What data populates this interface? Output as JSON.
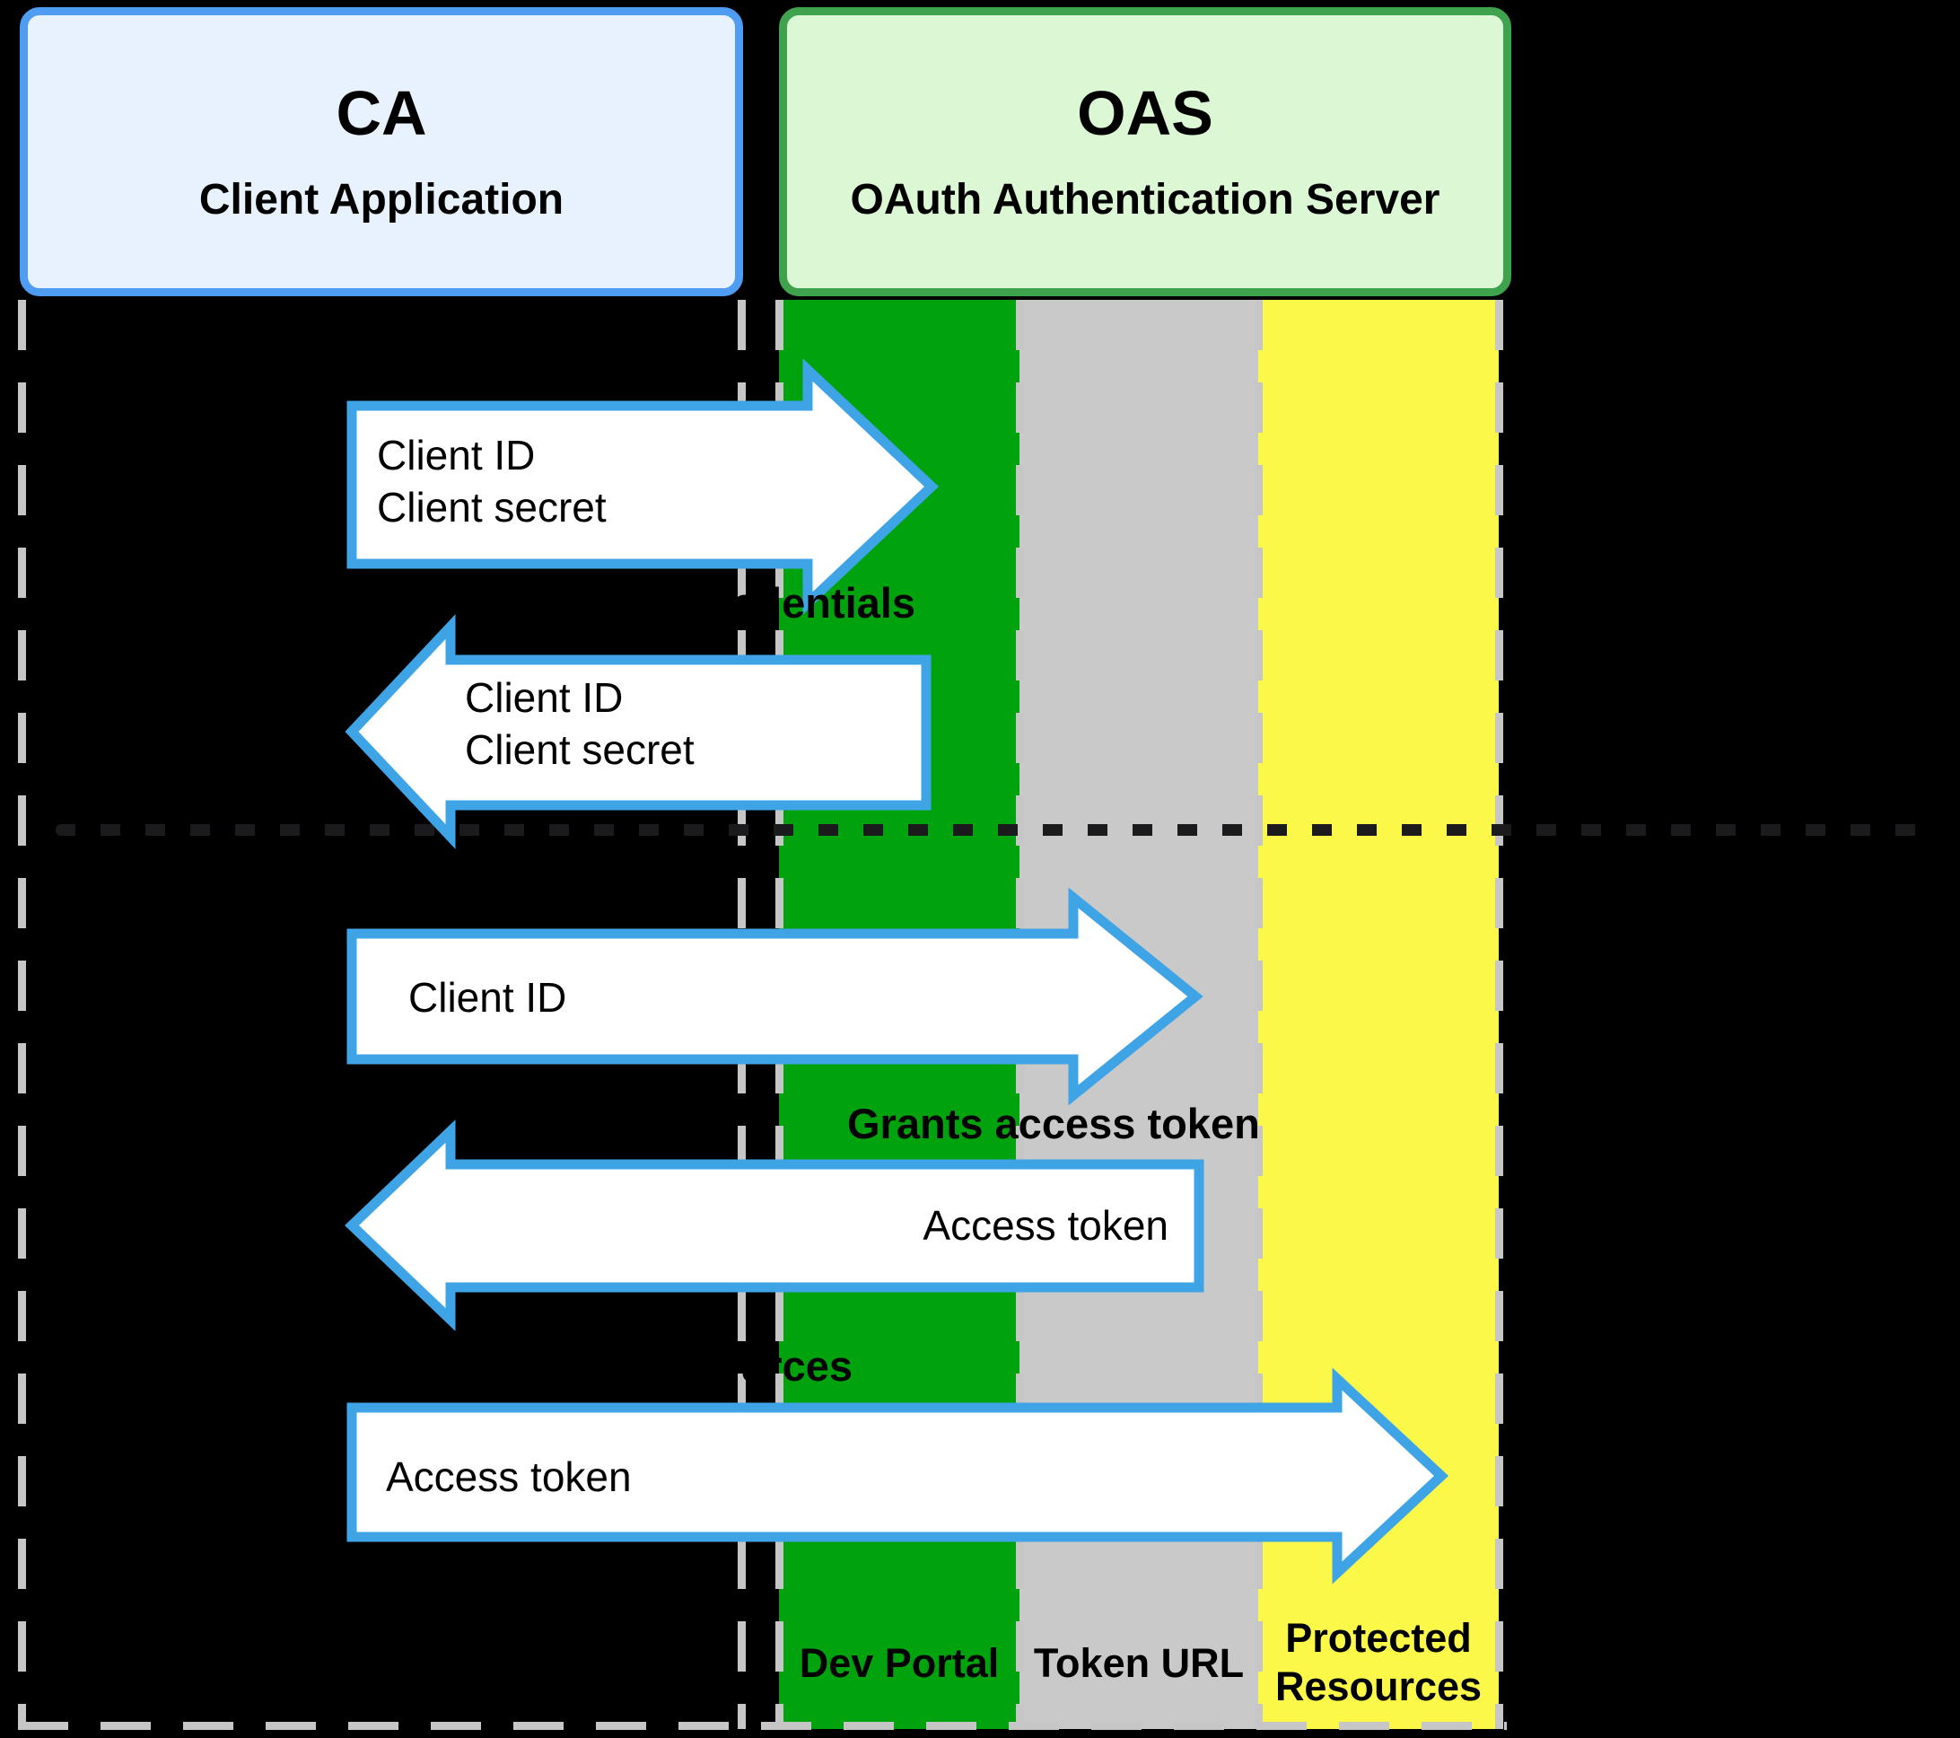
{
  "diagram": {
    "actors": {
      "ca": {
        "abbr": "CA",
        "name": "Client Application"
      },
      "oas": {
        "abbr": "OAS",
        "name": "OAuth Authentication Server"
      }
    },
    "lanes": {
      "dev_portal": {
        "label": "Dev Portal"
      },
      "token_url": {
        "label": "Token URL"
      },
      "protected_resources": {
        "label_line1": "Protected",
        "label_line2": "Resources"
      }
    },
    "messages": {
      "m1": {
        "direction": "right",
        "from": "CA",
        "to": "Dev Portal",
        "line1": "Client ID",
        "line2": "Client secret"
      },
      "m2": {
        "direction": "left",
        "from": "Dev Portal",
        "to": "CA",
        "line1": "Client ID",
        "line2": "Client secret"
      },
      "m3": {
        "direction": "right",
        "from": "CA",
        "to": "Token URL",
        "line1": "Client ID"
      },
      "m4": {
        "direction": "left",
        "from": "Token URL",
        "to": "CA",
        "line1": "Access token"
      },
      "m5": {
        "direction": "right",
        "from": "CA",
        "to": "Protected Resources",
        "line1": "Access token"
      }
    },
    "notes": {
      "n1": {
        "text": "Generates credentials",
        "visible_part": "edentials"
      },
      "n2": {
        "text": "Grants access token",
        "visible_part": "Grants access token"
      },
      "n3": {
        "text": "Requests resources",
        "visible_part": "rces"
      }
    },
    "colors": {
      "ca_fill": "#E8F1FE",
      "ca_border": "#4F9DF2",
      "oas_fill": "#DBF7D3",
      "oas_border": "#3FA34E",
      "lane_green": "#00A30D",
      "lane_gray": "#C9C9C9",
      "lane_yellow": "#FBF84A",
      "arrow_stroke": "#3EA4E6",
      "arrow_fill": "#FFFFFF",
      "dash_gray": "#C6C6C6",
      "divider_dot": "#1B1B1D"
    }
  }
}
